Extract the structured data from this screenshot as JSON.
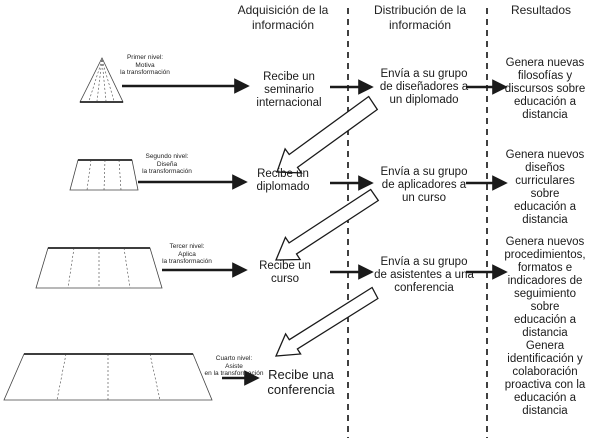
{
  "headers": {
    "acquisition": "Adquisición de la información",
    "distribution": "Distribución de la información",
    "results": "Resultados"
  },
  "levels": [
    {
      "label": "Primer nivel:\nMotiva\nla transformación",
      "acquisition": "Recibe un seminario internacional",
      "distribution": "Envía a su grupo de diseñadores a un diplomado",
      "result": "Genera nuevas filosofías y discursos sobre educación a distancia"
    },
    {
      "label": "Segundo nivel:\nDiseña\nla transformación",
      "acquisition": "Recibe un diplomado",
      "distribution": "Envía a su grupo de aplicadores a un curso",
      "result": "Genera nuevos diseños curriculares sobre educación a distancia"
    },
    {
      "label": "Tercer nivel:\nAplica\nla transformación",
      "acquisition": "Recibe un curso",
      "distribution": "Envía a su grupo de asistentes a una conferencia",
      "result": "Genera nuevos procedimientos, formatos e indicadores de seguimiento sobre educación a distancia"
    },
    {
      "label": "Cuarto nivel:\nAsiste\nen la transformación",
      "acquisition": "Recibe una conferencia",
      "distribution": "",
      "result": "Genera identificación y colaboración proactiva con la educación a distancia"
    }
  ]
}
